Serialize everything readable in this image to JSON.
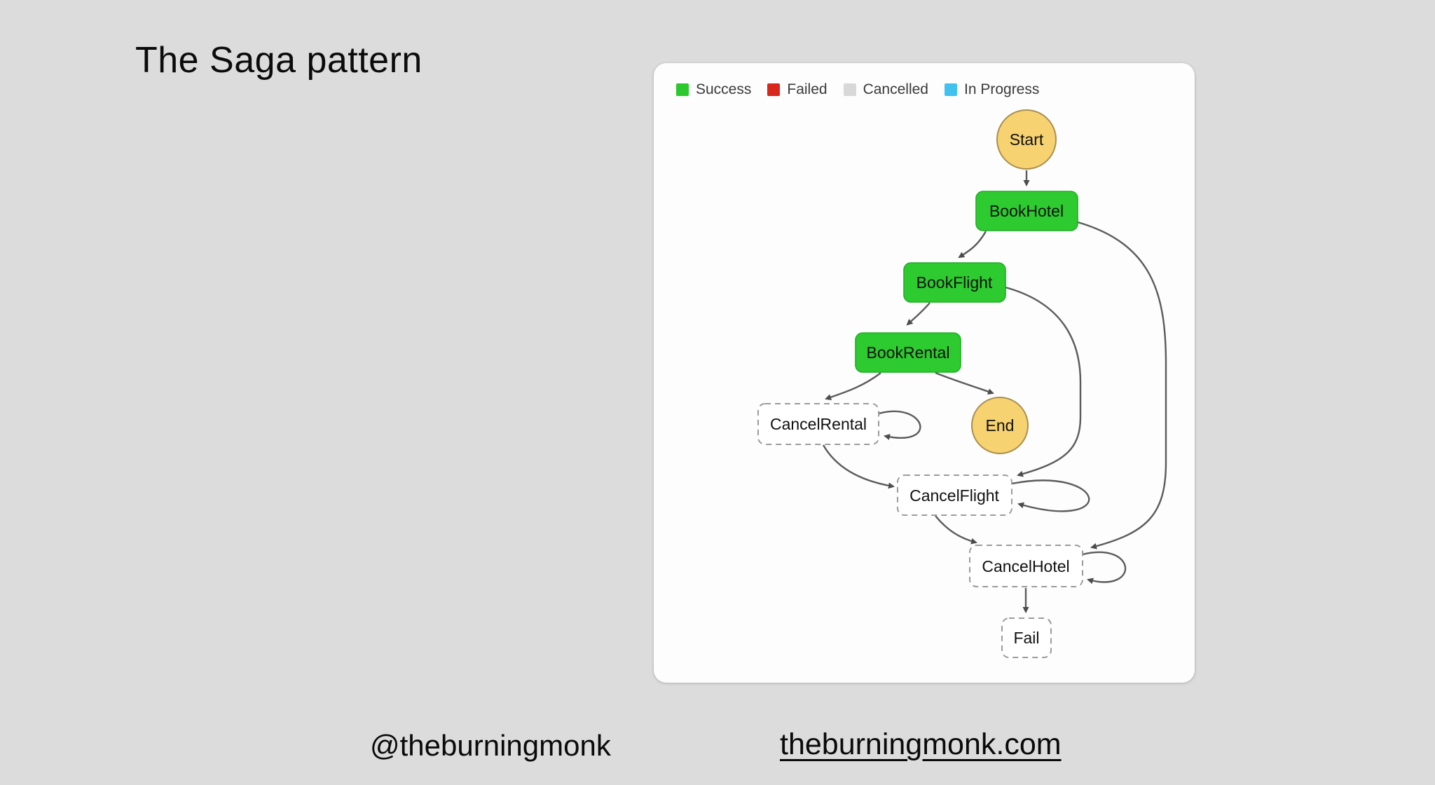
{
  "slide": {
    "title": "The Saga pattern",
    "background_color": "#dcdcdc",
    "footer": {
      "handle": "@theburningmonk",
      "link": "theburningmonk.com"
    }
  },
  "legend": {
    "items": [
      {
        "label": "Success",
        "color": "#2bc92d"
      },
      {
        "label": "Failed",
        "color": "#d8271d"
      },
      {
        "label": "Cancelled",
        "color": "#d8d8d8"
      },
      {
        "label": "In Progress",
        "color": "#41c1ee"
      }
    ]
  },
  "diagram": {
    "type": "state-machine",
    "edge_color": "#5b5b5b",
    "arrow_color": "#4c4c4c",
    "nodes": [
      {
        "id": "Start",
        "label": "Start",
        "shape": "circle",
        "style": "solid",
        "fill": "#f7d271",
        "stroke": "#a89050",
        "status": "start"
      },
      {
        "id": "BookHotel",
        "label": "BookHotel",
        "shape": "rect",
        "style": "solid",
        "fill": "#2dcb2f",
        "stroke": "#1fae24",
        "status": "success"
      },
      {
        "id": "BookFlight",
        "label": "BookFlight",
        "shape": "rect",
        "style": "solid",
        "fill": "#2dcb2f",
        "stroke": "#1fae24",
        "status": "success"
      },
      {
        "id": "BookRental",
        "label": "BookRental",
        "shape": "rect",
        "style": "solid",
        "fill": "#2dcb2f",
        "stroke": "#1fae24",
        "status": "success"
      },
      {
        "id": "CancelRental",
        "label": "CancelRental",
        "shape": "rect",
        "style": "dashed",
        "fill": "#ffffff",
        "stroke": "#9b9b9b",
        "status": "not-run"
      },
      {
        "id": "End",
        "label": "End",
        "shape": "circle",
        "style": "solid",
        "fill": "#f7d271",
        "stroke": "#a89050",
        "status": "end"
      },
      {
        "id": "CancelFlight",
        "label": "CancelFlight",
        "shape": "rect",
        "style": "dashed",
        "fill": "#ffffff",
        "stroke": "#9b9b9b",
        "status": "not-run"
      },
      {
        "id": "CancelHotel",
        "label": "CancelHotel",
        "shape": "rect",
        "style": "dashed",
        "fill": "#ffffff",
        "stroke": "#9b9b9b",
        "status": "not-run"
      },
      {
        "id": "Fail",
        "label": "Fail",
        "shape": "rect",
        "style": "dashed",
        "fill": "#ffffff",
        "stroke": "#9b9b9b",
        "status": "not-run"
      }
    ],
    "edges": [
      {
        "from": "Start",
        "to": "BookHotel"
      },
      {
        "from": "BookHotel",
        "to": "BookFlight"
      },
      {
        "from": "BookHotel",
        "to": "CancelHotel"
      },
      {
        "from": "BookFlight",
        "to": "BookRental"
      },
      {
        "from": "BookFlight",
        "to": "CancelFlight"
      },
      {
        "from": "BookRental",
        "to": "CancelRental"
      },
      {
        "from": "BookRental",
        "to": "End"
      },
      {
        "from": "CancelRental",
        "to": "CancelRental",
        "self": true
      },
      {
        "from": "CancelRental",
        "to": "CancelFlight"
      },
      {
        "from": "CancelFlight",
        "to": "CancelFlight",
        "self": true
      },
      {
        "from": "CancelFlight",
        "to": "CancelHotel"
      },
      {
        "from": "CancelHotel",
        "to": "CancelHotel",
        "self": true
      },
      {
        "from": "CancelHotel",
        "to": "Fail"
      }
    ]
  }
}
